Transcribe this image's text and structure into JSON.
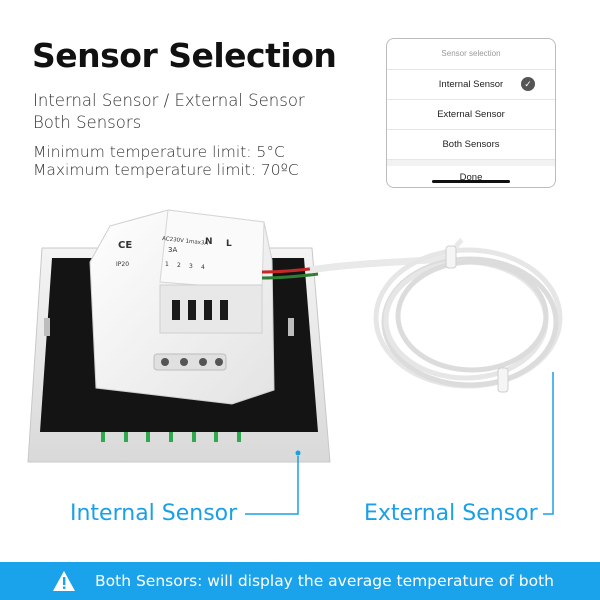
{
  "headline": "Sensor Selection",
  "subtitle_lines": [
    "Internal Sensor / External Sensor",
    "Both Sensors"
  ],
  "limits": [
    "Minimum temperature limit: 5°C",
    "Maximum temperature limit: 70ºC"
  ],
  "dialog": {
    "title": "Sensor selection",
    "options": [
      {
        "label": "Internal Sensor",
        "selected": true
      },
      {
        "label": "External Sensor",
        "selected": false
      },
      {
        "label": "Both Sensors",
        "selected": false
      }
    ],
    "done_label": "Done"
  },
  "device_markings": {
    "ce": "CE",
    "ip": "IP20",
    "rating": "AC230V 1max3A",
    "current": "3A",
    "terminals_top": [
      "N",
      "L"
    ],
    "terminals_bottom": [
      "1",
      "2",
      "3",
      "4"
    ]
  },
  "labels": {
    "internal": "Internal Sensor",
    "external": "External Sensor"
  },
  "banner": {
    "icon": "warning-icon",
    "text": "Both Sensors: will display the average temperature of both"
  },
  "colors": {
    "accent": "#1aa3ea",
    "label_blue": "#1aa0e6",
    "terminal_green": "#2fa84f"
  }
}
